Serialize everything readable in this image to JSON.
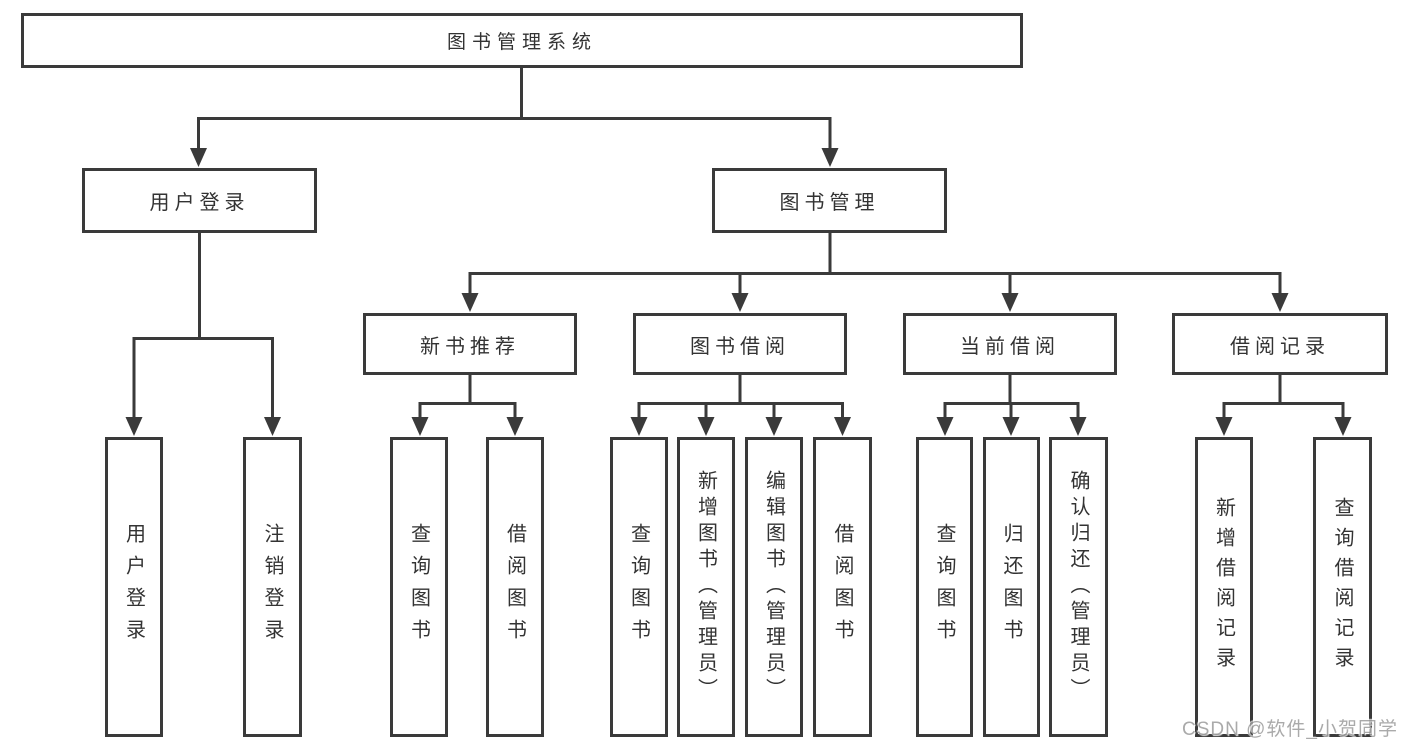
{
  "diagram": {
    "root": {
      "label": "图书管理系统"
    },
    "level2": [
      {
        "label": "用户登录"
      },
      {
        "label": "图书管理"
      }
    ],
    "level3": [
      {
        "label": "新书推荐"
      },
      {
        "label": "图书借阅"
      },
      {
        "label": "当前借阅"
      },
      {
        "label": "借阅记录"
      }
    ],
    "leaves": {
      "login": [
        {
          "label": "用户登录"
        },
        {
          "label": "注销登录"
        }
      ],
      "recommend": [
        {
          "label": "查询图书"
        },
        {
          "label": "借阅图书"
        }
      ],
      "borrow": [
        {
          "label": "查询图书"
        },
        {
          "label": "新增图书（管理员）"
        },
        {
          "label": "编辑图书（管理员）"
        },
        {
          "label": "借阅图书"
        }
      ],
      "current": [
        {
          "label": "查询图书"
        },
        {
          "label": "归还图书"
        },
        {
          "label": "确认归还（管理员）"
        }
      ],
      "records": [
        {
          "label": "新增借阅记录"
        },
        {
          "label": "查询借阅记录"
        }
      ]
    },
    "colors": {
      "line": "#3a3a3a",
      "text": "#333333",
      "background": "#ffffff",
      "watermark": "#9b9b9b"
    },
    "watermark": "CSDN @软件_小贺同学"
  }
}
